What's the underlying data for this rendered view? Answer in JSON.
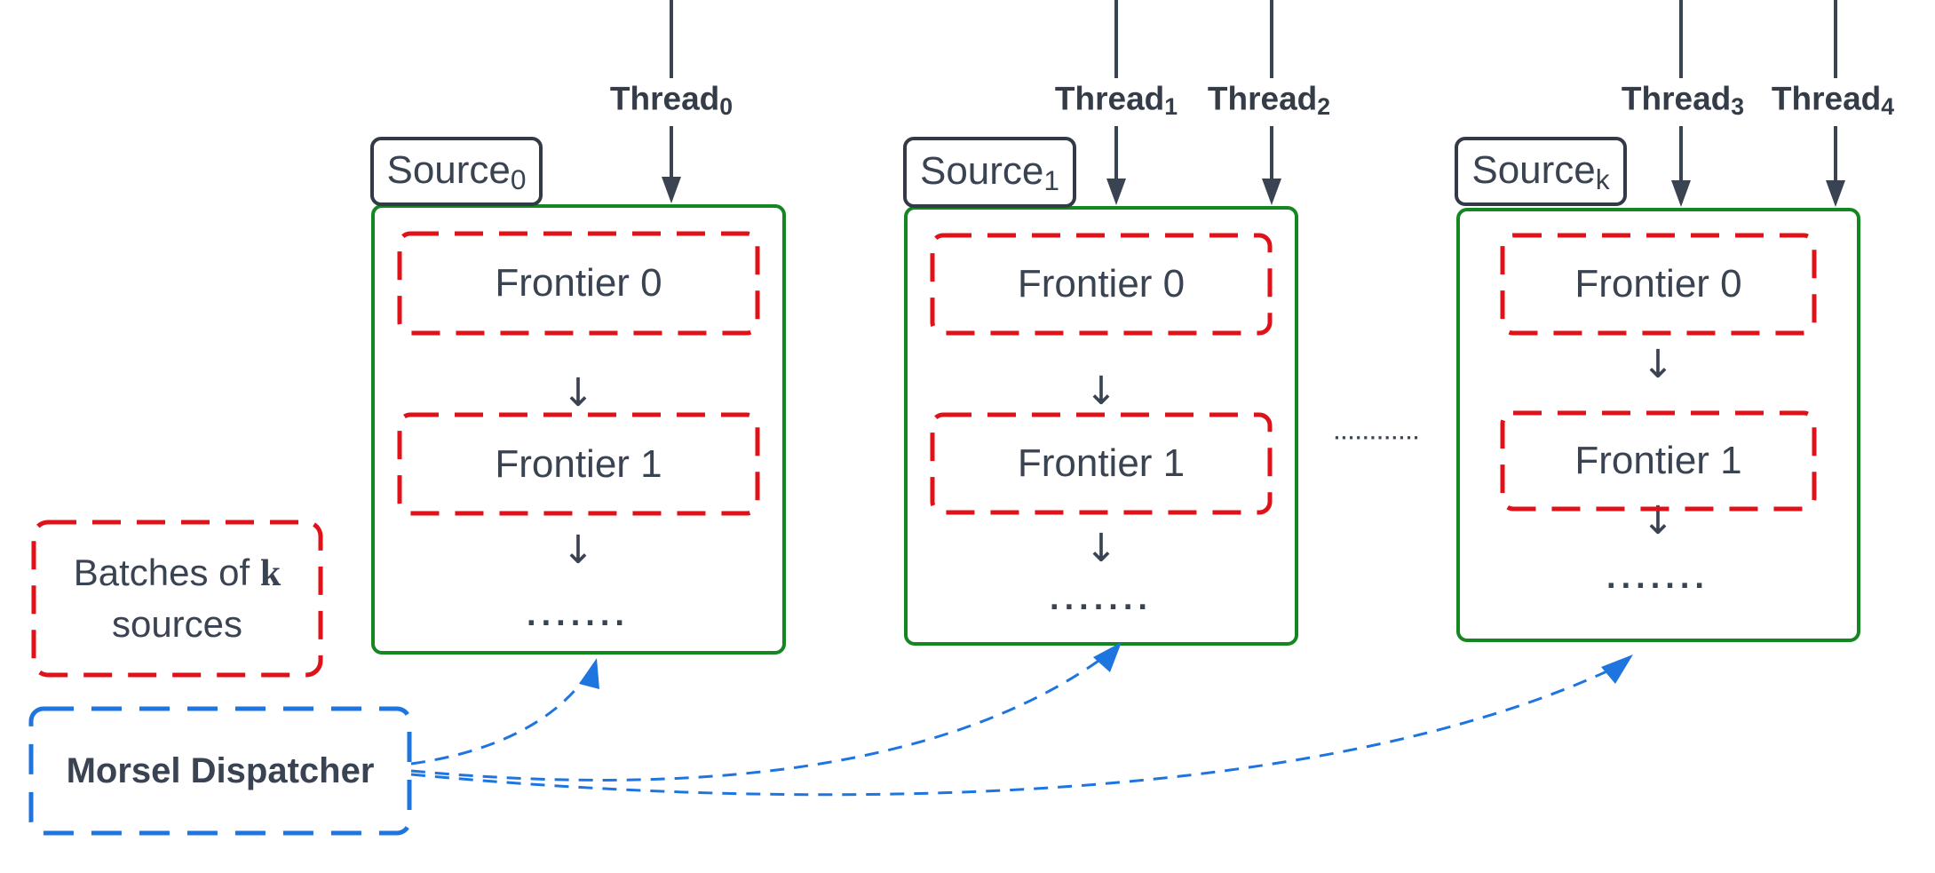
{
  "threads": [
    {
      "name": "Thread",
      "sub": "0"
    },
    {
      "name": "Thread",
      "sub": "1"
    },
    {
      "name": "Thread",
      "sub": "2"
    },
    {
      "name": "Thread",
      "sub": "3"
    },
    {
      "name": "Thread",
      "sub": "4"
    }
  ],
  "sources": [
    {
      "name": "Source",
      "sub": "0",
      "frontier0": "Frontier 0",
      "frontier1": "Frontier 1",
      "ellipsis": "......."
    },
    {
      "name": "Source",
      "sub": "1",
      "frontier0": "Frontier 0",
      "frontier1": "Frontier 1",
      "ellipsis": "......."
    },
    {
      "name": "Source",
      "sub": "k",
      "frontier0": "Frontier 0",
      "frontier1": "Frontier 1",
      "ellipsis": "......."
    }
  ],
  "batches": {
    "line1_text": "Batches of ",
    "line1_k": "k",
    "line2": "sources"
  },
  "dispatcher": {
    "label": "Morsel Dispatcher"
  },
  "separator_dots": "............",
  "icons": {
    "down_arrow": "↓"
  },
  "colors": {
    "green": "#148721",
    "red": "#e01119",
    "blue": "#1f75e0",
    "slate": "#3a4351"
  }
}
